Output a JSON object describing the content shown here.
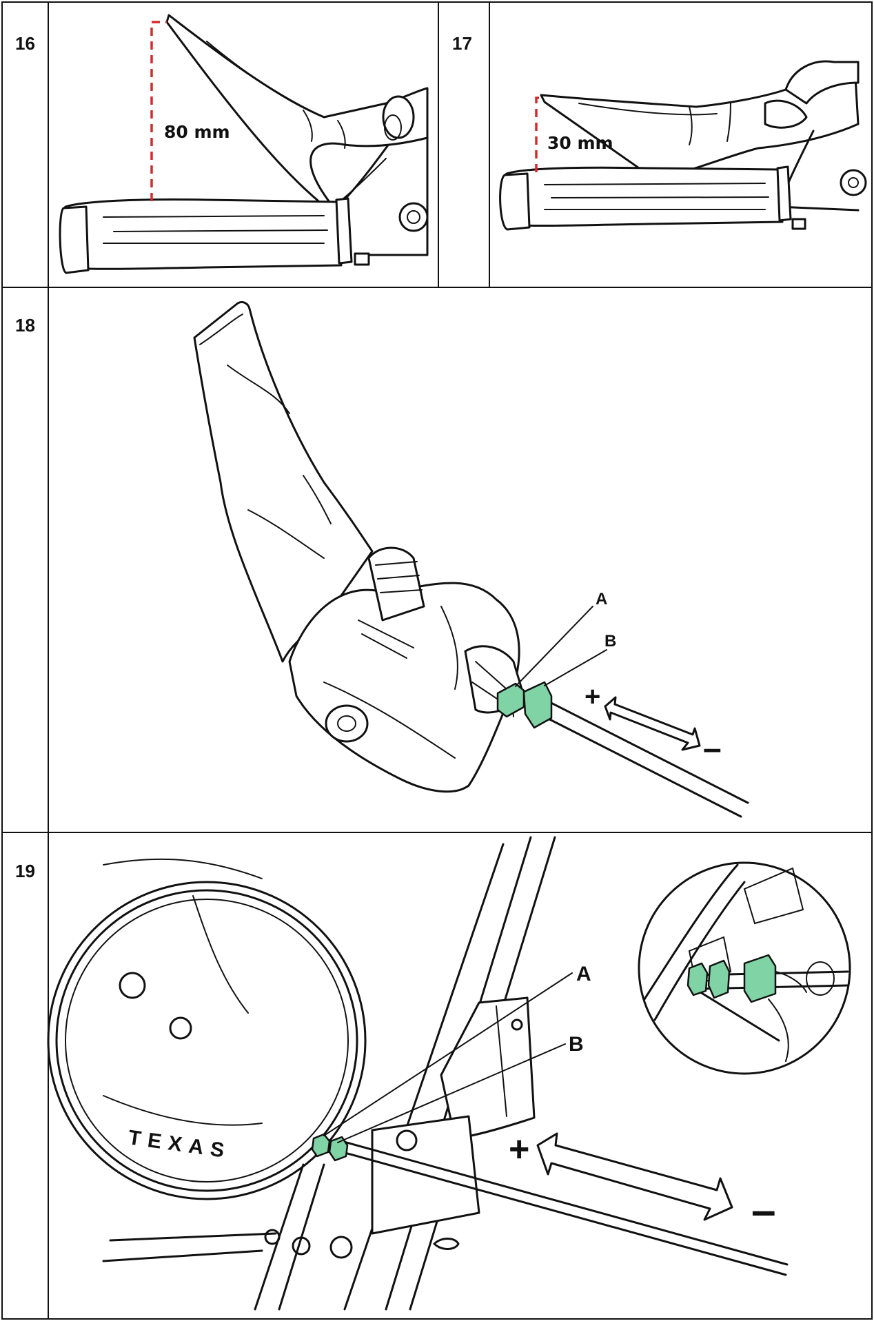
{
  "panels": [
    {
      "number": "16",
      "measurement": "80 mm"
    },
    {
      "number": "17",
      "measurement": "30 mm"
    },
    {
      "number": "18",
      "labels": [
        "A",
        "B"
      ],
      "plus": "+",
      "minus": "–"
    },
    {
      "number": "19",
      "labels": [
        "A",
        "B"
      ],
      "plus": "+",
      "minus": "–",
      "brand": "TEXAS"
    }
  ],
  "colors": {
    "highlight": "#7fd3a4",
    "dimension": "#d62a2a",
    "line": "#111111"
  }
}
